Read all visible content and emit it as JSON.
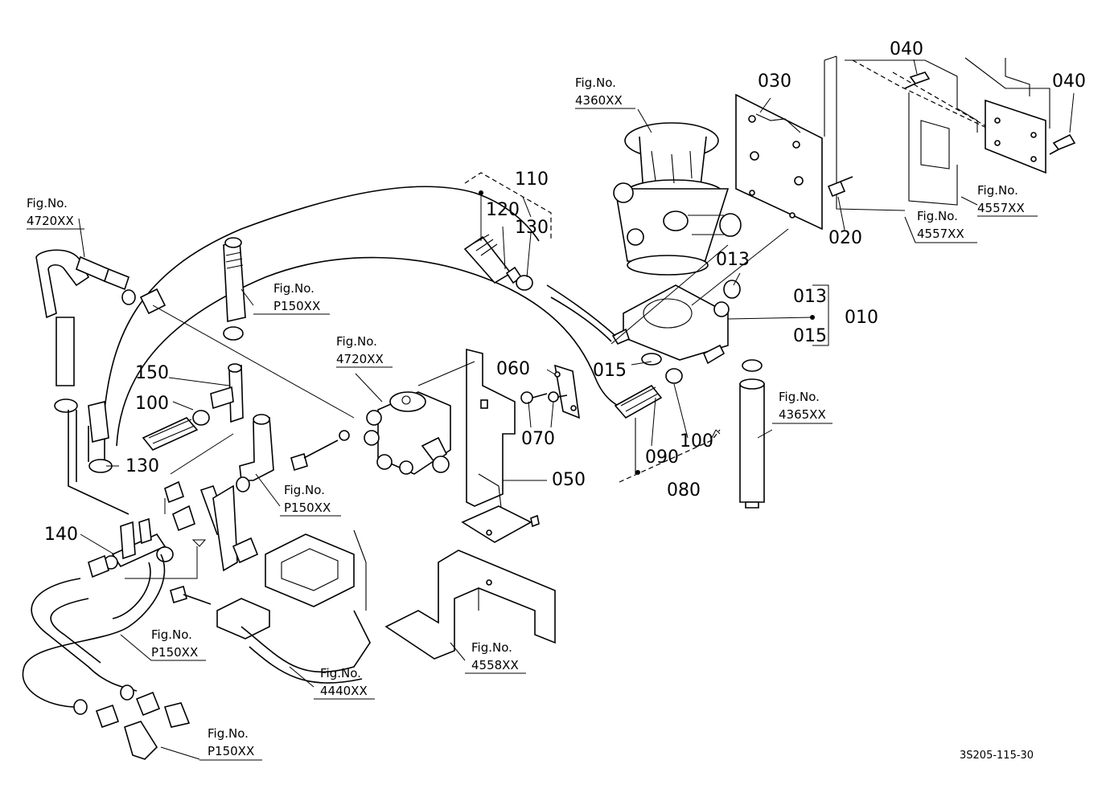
{
  "figure_refs": [
    {
      "id": "fig-4360",
      "l1": "Fig.No.",
      "l2": "4360XX"
    },
    {
      "id": "fig-4720-left",
      "l1": "Fig.No.",
      "l2": "4720XX"
    },
    {
      "id": "fig-p150-top",
      "l1": "Fig.No.",
      "l2": "P150XX"
    },
    {
      "id": "fig-4720-mid",
      "l1": "Fig.No.",
      "l2": "4720XX"
    },
    {
      "id": "fig-p150-mid",
      "l1": "Fig.No.",
      "l2": "P150XX"
    },
    {
      "id": "fig-4557-a",
      "l1": "Fig.No.",
      "l2": "4557XX"
    },
    {
      "id": "fig-4557-b",
      "l1": "Fig.No.",
      "l2": "4557XX"
    },
    {
      "id": "fig-4365",
      "l1": "Fig.No.",
      "l2": "4365XX"
    },
    {
      "id": "fig-p150-low",
      "l1": "Fig.No.",
      "l2": "P150XX"
    },
    {
      "id": "fig-4440",
      "l1": "Fig.No.",
      "l2": "4440XX"
    },
    {
      "id": "fig-4558",
      "l1": "Fig.No.",
      "l2": "4558XX"
    },
    {
      "id": "fig-p150-bottom",
      "l1": "Fig.No.",
      "l2": "P150XX"
    }
  ],
  "part_numbers": {
    "p040a": "040",
    "p040b": "040",
    "p030": "030",
    "p020": "020",
    "p110": "110",
    "p120": "120",
    "p130a": "130",
    "p013a": "013",
    "p013b": "013",
    "p015a": "015",
    "p010": "010",
    "p015b": "015",
    "p060": "060",
    "p070": "070",
    "p090": "090",
    "p100a": "100",
    "p080": "080",
    "p050": "050",
    "p150": "150",
    "p100b": "100",
    "p130b": "130",
    "p140": "140"
  },
  "drawing_code": "3S205-115-30"
}
